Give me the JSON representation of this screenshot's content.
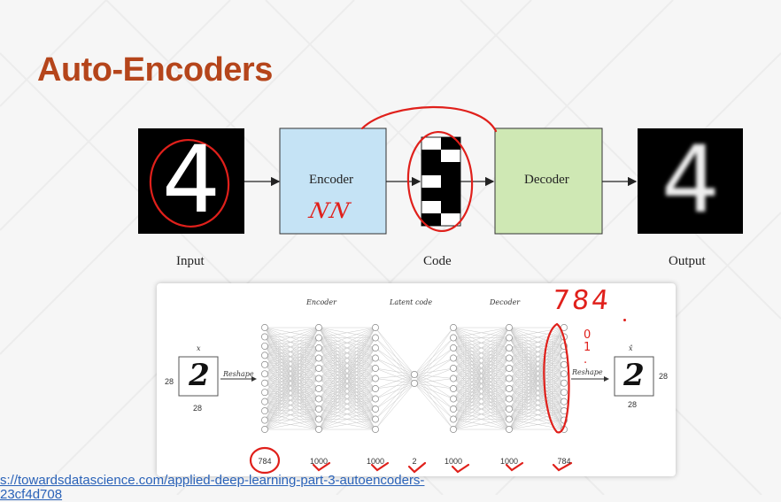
{
  "slide": {
    "title": "Auto-Encoders"
  },
  "top_diagram": {
    "encoder_label": "Encoder",
    "decoder_label": "Decoder",
    "encoder_note": "NN",
    "input_caption": "Input",
    "code_caption": "Code",
    "output_caption": "Output",
    "input_digit": "4",
    "output_digit": "4"
  },
  "network_figure": {
    "encoder_title": "Encoder",
    "latent_title": "Latent code",
    "decoder_title": "Decoder",
    "input_symbol": "x",
    "output_symbol": "x̂",
    "input_digit": "2",
    "output_digit": "2",
    "dim_left": "28",
    "dim_bottom_left": "28",
    "dim_right": "28",
    "dim_bottom_right": "28",
    "reshape_left": "Reshape",
    "reshape_right": "Reshape",
    "layer_sizes": [
      "784",
      "1000",
      "1000",
      "2",
      "1000",
      "1000",
      "784"
    ]
  },
  "annotations": {
    "handwritten_784": "784",
    "handwritten_bits": "0 1 ."
  },
  "source_link": {
    "line1": "s://towardsdatascience.com/applied-deep-learning-part-3-autoencoders-",
    "line2": "23cf4d708"
  },
  "colors": {
    "title": "#b5451b",
    "encoder_fill": "#c5e3f5",
    "decoder_fill": "#cfe8b4",
    "annotation_red": "#e0201b",
    "link": "#2a62b8"
  }
}
